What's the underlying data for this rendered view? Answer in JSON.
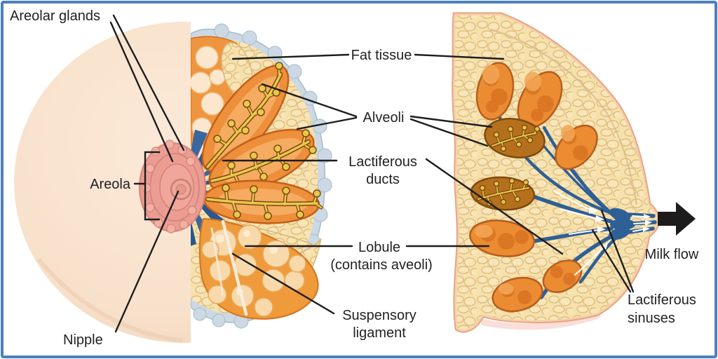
{
  "figure": {
    "description": "Anatomy of the lactating breast: anterior view, anterior cutaway view and sagittal view",
    "border_color": "#4d80bb",
    "background_color": "#ffffff",
    "text_color": "#222222",
    "leader_line_color": "#1d1d1d"
  },
  "views": [
    {
      "id": "anterior-view"
    },
    {
      "id": "anterior-cutaway-view"
    },
    {
      "id": "sagittal-view"
    }
  ],
  "labels": {
    "areolar_glands": "Areolar glands",
    "areola": "Areola",
    "nipple": "Nipple",
    "fat_tissue": "Fat tissue",
    "alveoli": "Alveoli",
    "lactiferous_ducts": {
      "line1": "Lactiferous",
      "line2": "ducts"
    },
    "lobule": {
      "line1": "Lobule",
      "line2": "(contains aveoli)"
    },
    "suspensory_ligament": {
      "line1": "Suspensory",
      "line2": "ligament"
    },
    "milk_flow": "Milk flow",
    "lactiferous_sinuses": {
      "line1": "Lactiferous",
      "line2": "sinuses"
    }
  },
  "colors": {
    "skin": "#f9e2cd",
    "areola_pink": "#ec9d91",
    "fat_yellow": "#f5dfa7",
    "capsule_gray_blue": "#ccd9e4",
    "gland_lobe_orange": "#ee8f3b",
    "alveoli_yellow": "#e9c84d",
    "duct_blue": "#2e5f96",
    "milk_arrow_black": "#1c1c1c"
  }
}
